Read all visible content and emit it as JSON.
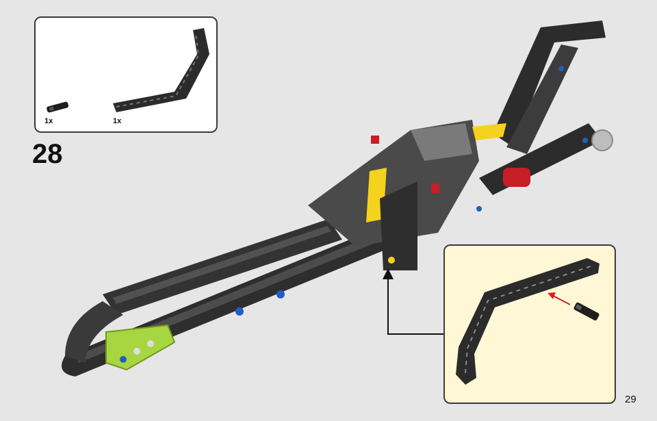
{
  "step": {
    "number": "28"
  },
  "page": {
    "number": "29"
  },
  "parts": [
    {
      "name": "axle-pin-connector",
      "quantity": "1x",
      "color": "#1e1e1e"
    },
    {
      "name": "bent-liftarm",
      "quantity": "1x",
      "color": "#2b2b2b"
    }
  ],
  "colors": {
    "background": "#e6e6e6",
    "callout_background": "#fff7d6",
    "arrow": "#d6202a",
    "lime": "#a7d641",
    "yellow": "#f5d21e",
    "blue_pin": "#1f5fbf",
    "red_part": "#c61e24"
  }
}
